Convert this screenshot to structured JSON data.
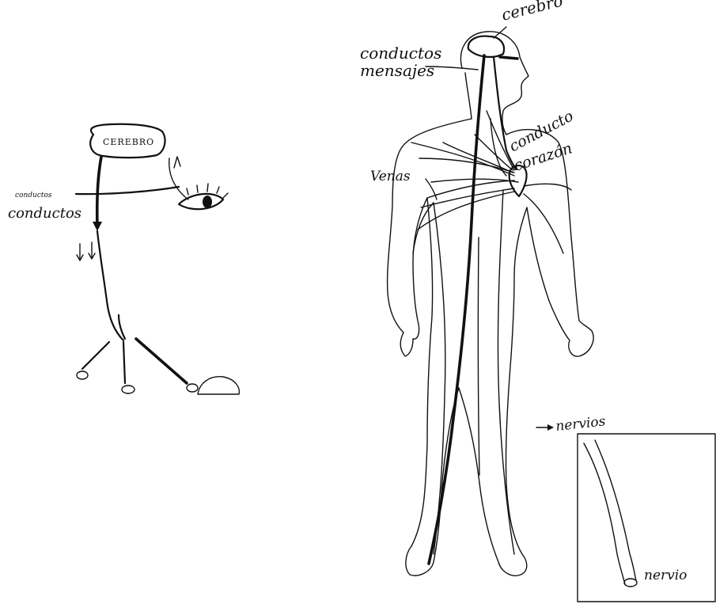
{
  "left_drawing": {
    "brain_label": "CEREBRO",
    "small_label": "conductos",
    "large_label": "conductos"
  },
  "right_drawing": {
    "brain_label": "cerebro",
    "label_conductos": "conductos",
    "label_mensajes": "mensajes",
    "label_conducto": "conducto",
    "label_corazon": "corazón",
    "label_venas": "Venas",
    "label_nervios": "nervios",
    "inset_label": "nervio"
  }
}
